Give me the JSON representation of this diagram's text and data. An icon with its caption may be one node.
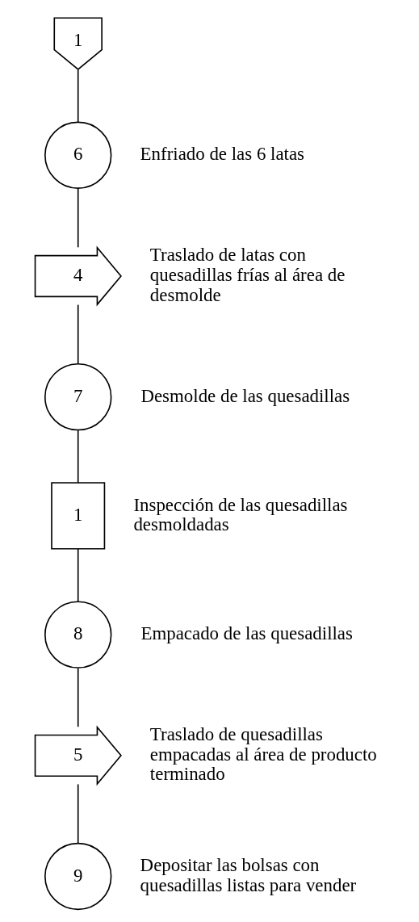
{
  "diagram": {
    "nodes": [
      {
        "text": [
          "1"
        ]
      },
      {
        "text": [
          "6"
        ],
        "beside": [
          "Enfriado de las 6 latas"
        ]
      },
      {
        "text": [
          "4"
        ],
        "beside": [
          "Traslado de latas con quesadillas frías al área de desmolde"
        ]
      },
      {
        "text": [
          "7"
        ],
        "beside": [
          "Desmolde de las quesadillas"
        ]
      },
      {
        "text": [
          "1"
        ],
        "beside": [
          "Inspección de las quesadillas desmoldadas"
        ]
      },
      {
        "text": [
          "8"
        ],
        "beside": [
          "Empacado de las quesadillas"
        ]
      },
      {
        "text": [
          "5"
        ],
        "beside": [
          "Traslado de quesadillas empacadas al área de producto terminado"
        ]
      },
      {
        "text": [
          "9"
        ],
        "beside": [
          "Depositar las bolsas con quesadillas listas para vender"
        ]
      }
    ],
    "edges": [
      {
        "from": 0,
        "to": 1,
        "arrow": "none"
      },
      {
        "from": 1,
        "to": 2,
        "arrow": "none"
      },
      {
        "from": 2,
        "to": 3,
        "arrow": "none"
      },
      {
        "from": 3,
        "to": 4,
        "arrow": "none"
      },
      {
        "from": 4,
        "to": 5,
        "arrow": "none"
      },
      {
        "from": 5,
        "to": 6,
        "arrow": "none"
      },
      {
        "from": 6,
        "to": 7,
        "arrow": "none"
      }
    ]
  }
}
